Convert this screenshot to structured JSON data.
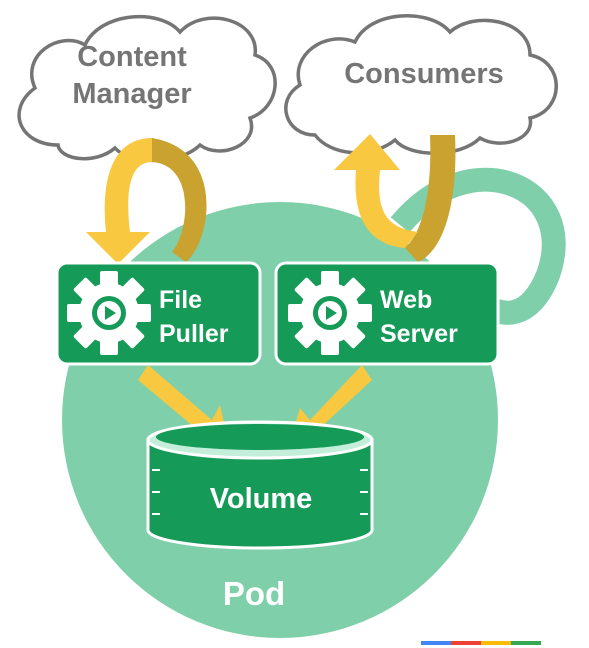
{
  "clouds": {
    "content_manager": {
      "line1": "Content",
      "line2": "Manager"
    },
    "consumers": {
      "label": "Consumers"
    }
  },
  "containers": {
    "file_puller": {
      "line1": "File",
      "line2": "Puller",
      "icon": "gear-play-icon"
    },
    "web_server": {
      "line1": "Web",
      "line2": "Server",
      "icon": "gear-play-icon"
    }
  },
  "volume": {
    "label": "Volume"
  },
  "pod": {
    "label": "Pod"
  },
  "colors": {
    "pod_fill": "#7fd0aa",
    "container_fill": "#159a58",
    "arrow_light": "#f8c840",
    "arrow_dark": "#c9a22f",
    "cloud_stroke": "#757575",
    "brand_bar": [
      "#4285f4",
      "#ea4335",
      "#fbbc05",
      "#34a853"
    ]
  }
}
